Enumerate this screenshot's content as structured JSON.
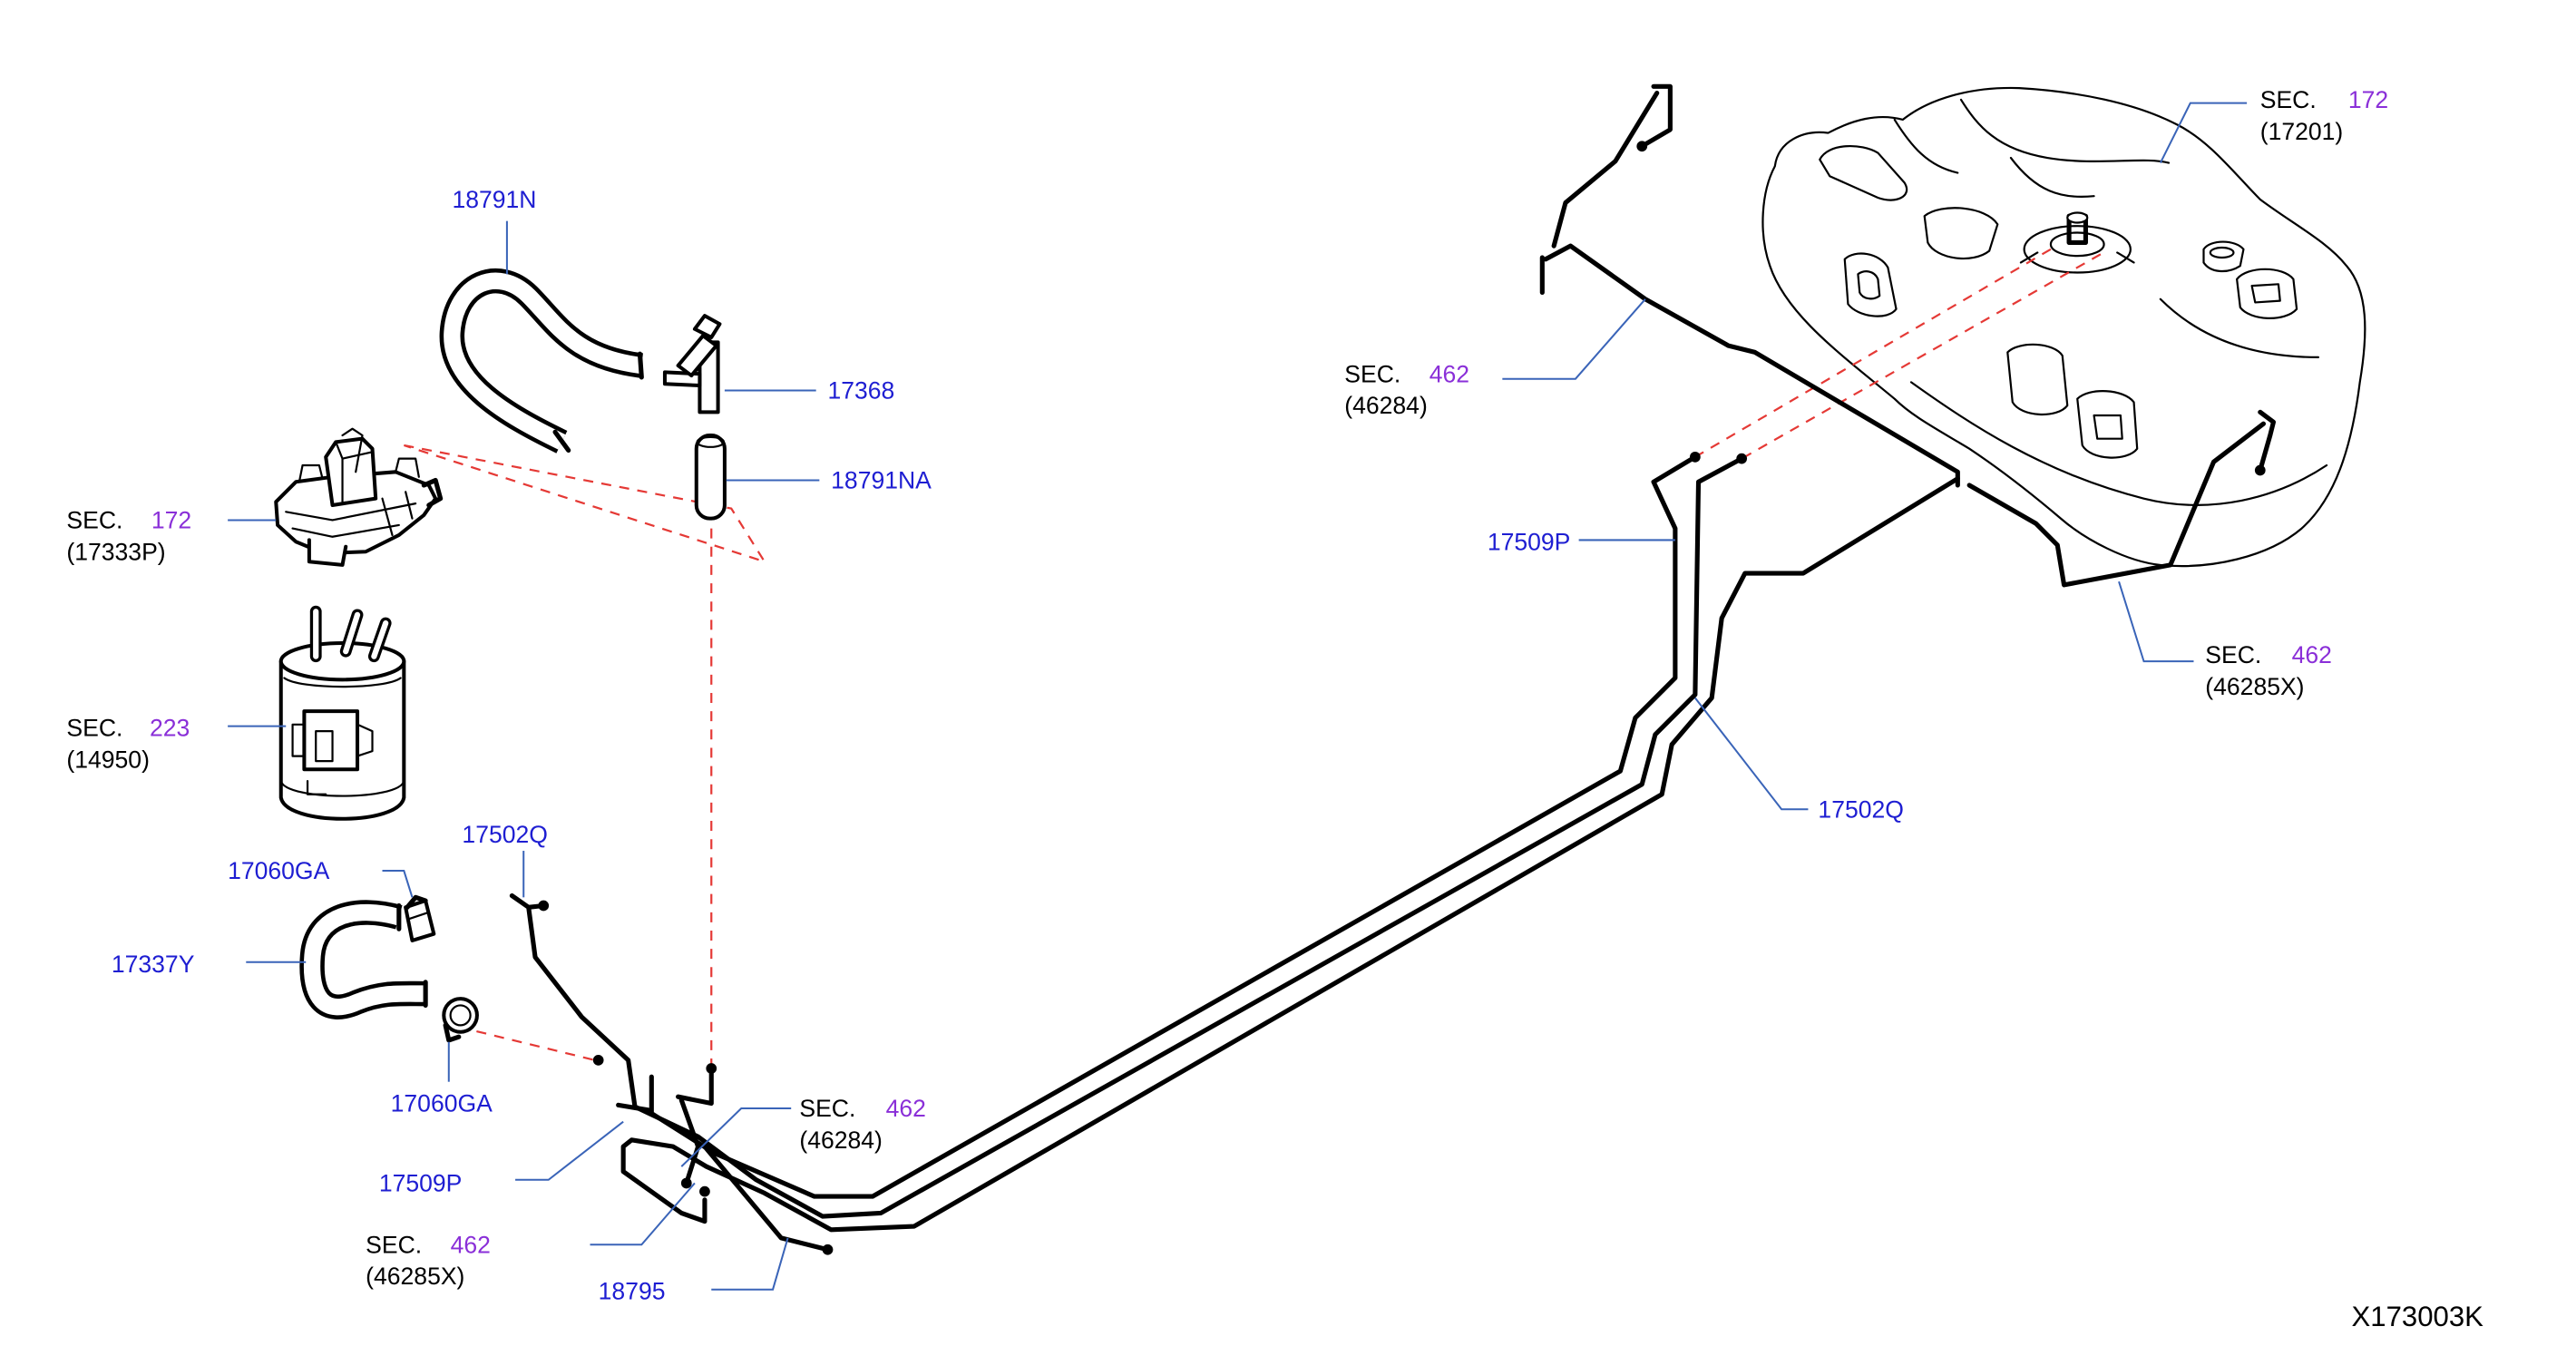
{
  "diagram_id": "X173003K",
  "colors": {
    "part_number": "#1e1ed2",
    "section_number": "#8a2fd8",
    "section_text": "#000000",
    "leader_line": "#3a64b8",
    "guide_line": "#e53935",
    "part_line": "#000000"
  },
  "callouts": {
    "hose_18791n": "18791N",
    "connector_17368": "17368",
    "hose_18791na": "18791NA",
    "tube_17502q_left": "17502Q",
    "clamp_17060ga_upper": "17060GA",
    "hose_17337y": "17337Y",
    "clamp_17060ga_lower": "17060GA",
    "tube_17509p_left": "17509P",
    "tube_18795": "18795",
    "tube_17509p_right": "17509P",
    "tube_17502q_right": "17502Q"
  },
  "section_refs": {
    "pump_module": {
      "prefix": "SEC.",
      "section": "172",
      "part": "(17333P)"
    },
    "canister": {
      "prefix": "SEC.",
      "section": "223",
      "part": "(14950)"
    },
    "tube_46285x_left": {
      "prefix": "SEC.",
      "section": "462",
      "part": "(46285X)"
    },
    "tube_46284_left": {
      "prefix": "SEC.",
      "section": "462",
      "part": "(46284)"
    },
    "tube_46284_right": {
      "prefix": "SEC.",
      "section": "462",
      "part": "(46284)"
    },
    "fuel_tank": {
      "prefix": "SEC.",
      "section": "172",
      "part": "(17201)"
    },
    "tube_46285x_right": {
      "prefix": "SEC.",
      "section": "462",
      "part": "(46285X)"
    }
  }
}
